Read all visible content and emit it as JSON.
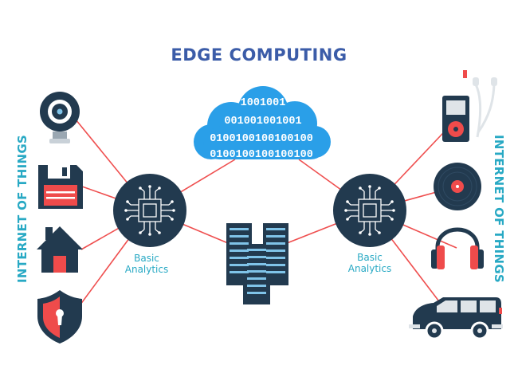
{
  "title": "EDGE COMPUTING",
  "side_label_left": "INTERNET OF THINGS",
  "side_label_right": "INTERNET OF THINGS",
  "hub_left": {
    "line1": "Basic",
    "line2": "Analytics"
  },
  "hub_right": {
    "line1": "Basic",
    "line2": "Analytics"
  },
  "cloud_binary": [
    "1001001",
    "001001001001",
    "0100100100100100",
    "0100100100100100"
  ],
  "colors": {
    "title": "#3b5ca8",
    "label": "#28a9c4",
    "link": "#ef4f4f",
    "navy": "#223a4f",
    "cloud": "#2a9fe8",
    "red": "#ef4b4b"
  },
  "devices_left": [
    "webcam-icon",
    "floppy-disk-icon",
    "house-icon",
    "security-shield-icon"
  ],
  "devices_right": [
    "music-player-icon",
    "vinyl-record-icon",
    "headphones-icon",
    "van-icon"
  ]
}
